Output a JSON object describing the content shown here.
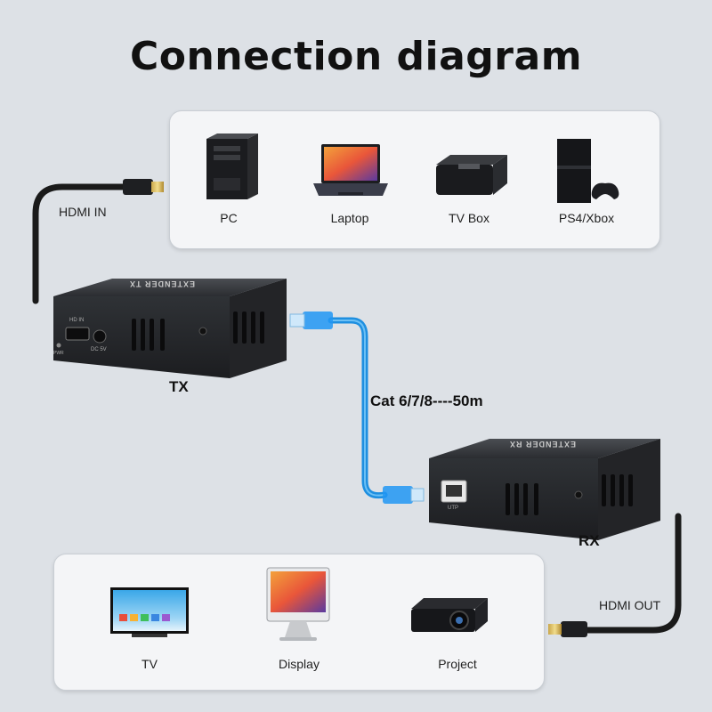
{
  "title": "Connection diagram",
  "sources": [
    {
      "label": "PC",
      "icon": "pc-tower-icon"
    },
    {
      "label": "Laptop",
      "icon": "laptop-icon"
    },
    {
      "label": "TV Box",
      "icon": "tv-box-icon"
    },
    {
      "label": "PS4/Xbox",
      "icon": "game-console-icon"
    }
  ],
  "outputs": [
    {
      "label": "TV",
      "icon": "tv-icon"
    },
    {
      "label": "Display",
      "icon": "display-icon"
    },
    {
      "label": "Project",
      "icon": "projector-icon"
    }
  ],
  "hdmi_in_label": "HDMI IN",
  "hdmi_out_label": "HDMI OUT",
  "cable_label": "Cat 6/7/8----50m",
  "tx": {
    "label": "TX",
    "front_text": "EXTENDER TX",
    "port_labels": [
      "HD IN",
      "PWR",
      "DC 5V"
    ]
  },
  "rx": {
    "label": "RX",
    "front_text": "EXTENDER RX",
    "port_labels": [
      "UTP"
    ]
  }
}
